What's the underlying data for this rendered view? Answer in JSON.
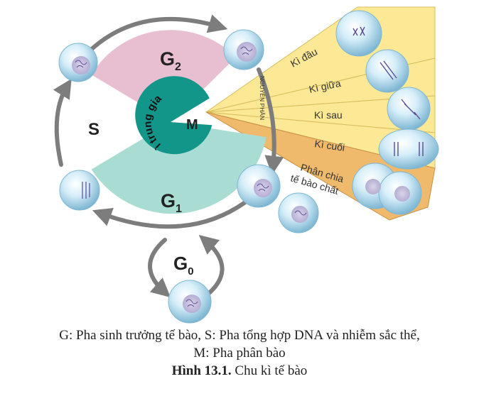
{
  "diagram": {
    "phases": {
      "g2": "G",
      "g2_sub": "2",
      "s": "S",
      "g1": "G",
      "g1_sub": "1",
      "m": "M",
      "g0": "G",
      "g0_sub": "0"
    },
    "interphase_label": "Kì trung gian",
    "mitosis_label": "NGUYÊN PHÂN",
    "stages": [
      "Kì đầu",
      "Kì giữa",
      "Kì sau",
      "Kì cuối"
    ],
    "cytokinesis": [
      "Phân chia",
      "tế bào chất"
    ],
    "colors": {
      "g2": "#e8bfd1",
      "s": "#ffffff",
      "g1": "#a9dcd3",
      "m": "#ffffff",
      "interphase": "#12968a",
      "stage_band": "#fde995",
      "cytokinesis_band": "#f0ba6c",
      "arrow": "#7d7d7d",
      "cell": "#bfe3f3"
    }
  },
  "caption": {
    "line1": "G: Pha sinh trưởng tế bào, S: Pha tổng hợp DNA và nhiễm sắc thể,",
    "line2": "M: Pha phân bào",
    "figure_number": "Hình 13.1.",
    "figure_title": "Chu kì tế bào"
  }
}
